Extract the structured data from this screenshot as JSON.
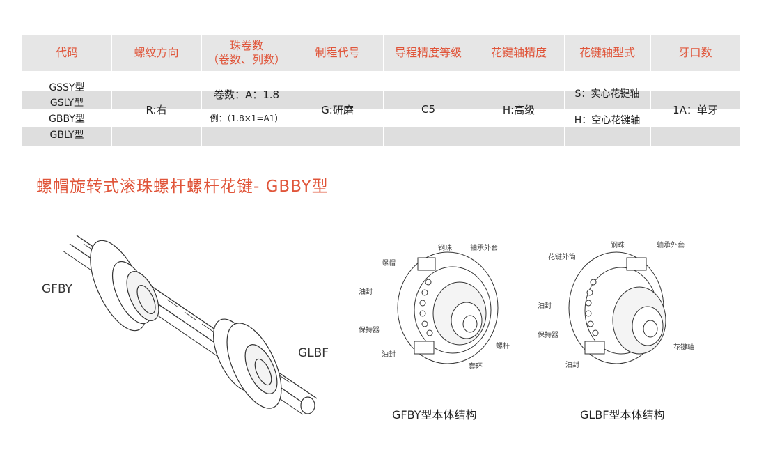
{
  "table": {
    "headers": [
      {
        "line1": "代码",
        "line2": ""
      },
      {
        "line1": "螺纹方向",
        "line2": ""
      },
      {
        "line1": "珠卷数",
        "line2": "（卷数、列数）"
      },
      {
        "line1": "制程代号",
        "line2": ""
      },
      {
        "line1": "导程精度等级",
        "line2": ""
      },
      {
        "line1": "花键轴精度",
        "line2": ""
      },
      {
        "line1": "花键轴型式",
        "line2": ""
      },
      {
        "line1": "牙口数",
        "line2": ""
      }
    ],
    "codes": [
      "GSSY型",
      "GSLY型",
      "GBBY型",
      "GBLY型"
    ],
    "thread_direction": "R:右",
    "ball_turns": {
      "line1": "卷数：A：1.8",
      "line2": "例：（1.8×1=A1）"
    },
    "process_code": "G:研磨",
    "lead_accuracy": "C5",
    "spline_accuracy": "H:高级",
    "spline_type": {
      "line1": "S：实心花键轴",
      "line2": "H：空心花键轴"
    },
    "thread_starts": "1A：单牙"
  },
  "section_title": "螺帽旋转式滚珠螺杆螺杆花键- GBBY型",
  "assembly": {
    "label_left": "GFBY",
    "label_right": "GLBF"
  },
  "gfby_structure": {
    "labels": {
      "nut": "螺帽",
      "ball": "钢珠",
      "bearing": "轴承外套",
      "seal1": "油封",
      "retainer": "保持器",
      "seal2": "油封",
      "screw": "螺杆",
      "ring": "套环"
    },
    "caption": "GFBY型本体结构"
  },
  "glbf_structure": {
    "labels": {
      "outer": "花键外筒",
      "ball": "钢珠",
      "bearing": "轴承外套",
      "seal1": "油封",
      "retainer": "保持器",
      "seal2": "油封",
      "shaft": "花键轴"
    },
    "caption": "GLBF型本体结构"
  }
}
